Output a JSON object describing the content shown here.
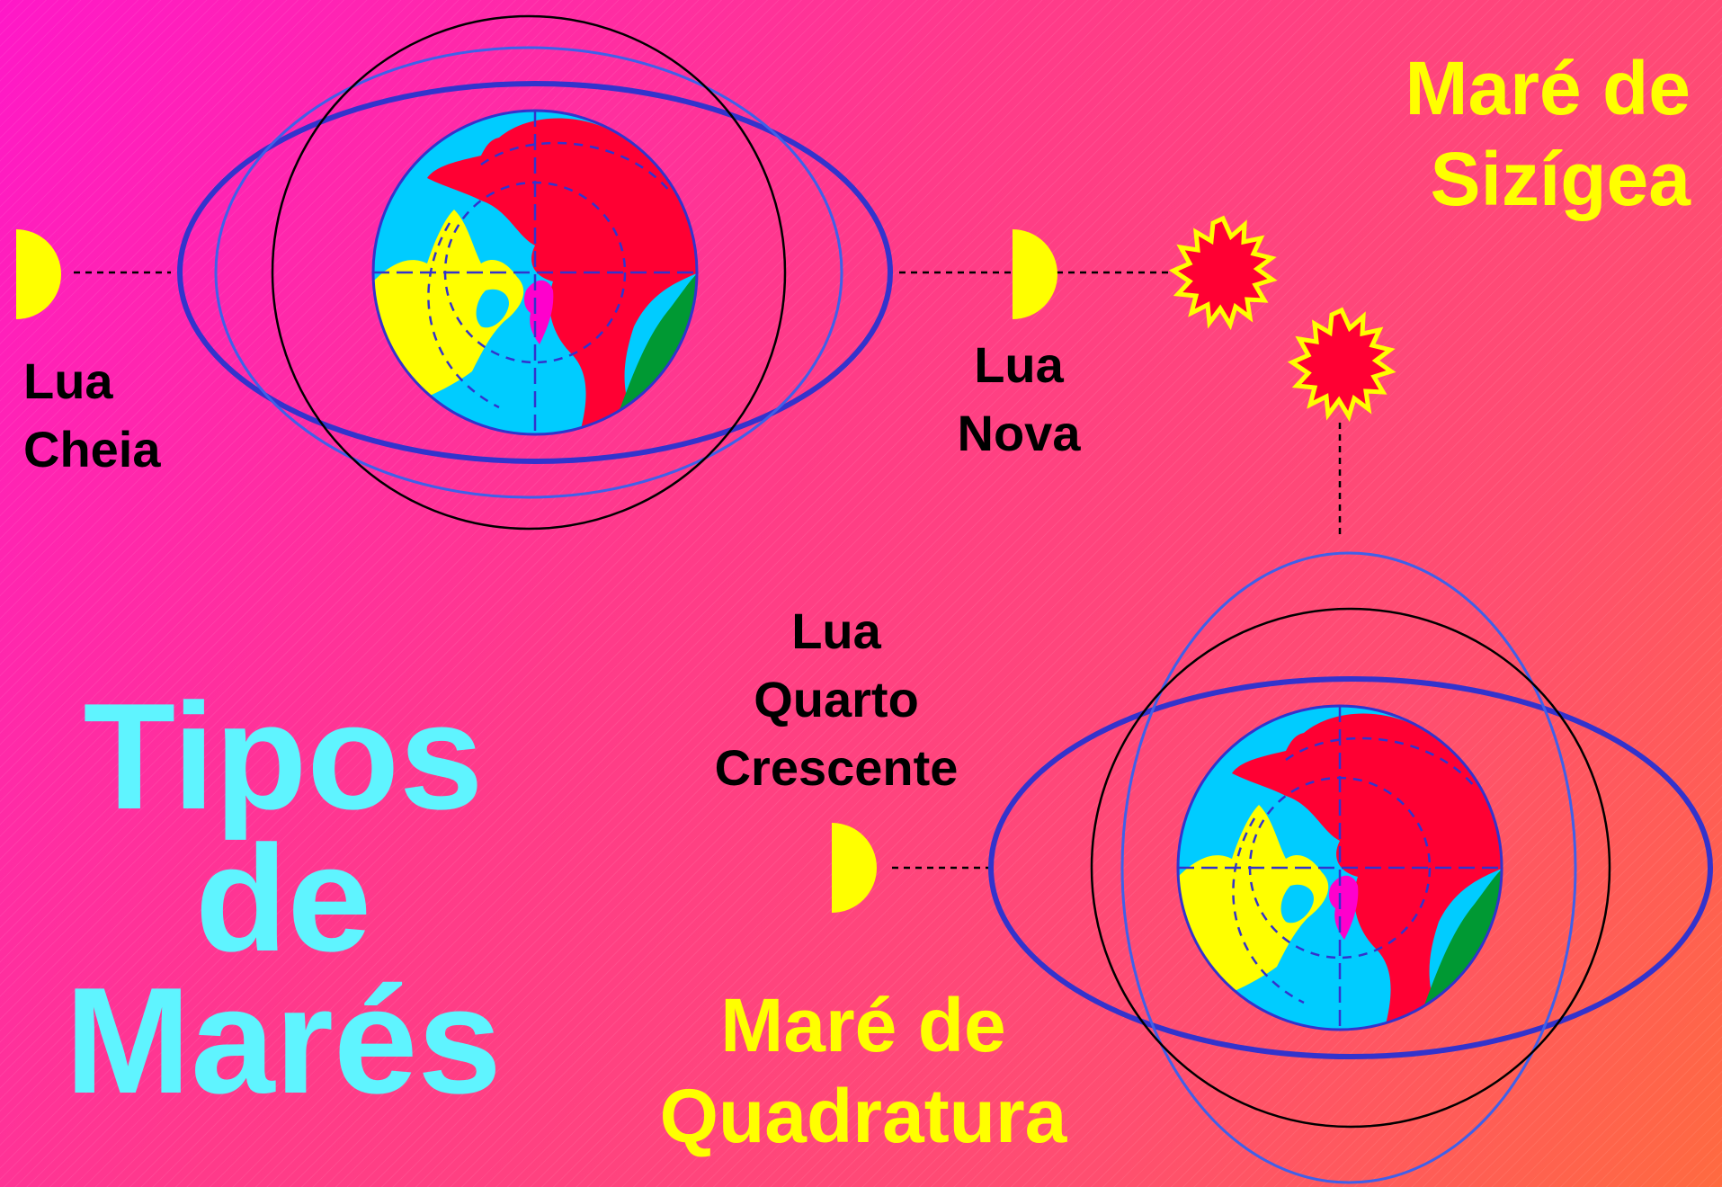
{
  "title": {
    "line1": "Tipos",
    "line2": "de",
    "line3": "Marés"
  },
  "spring_tide": {
    "line1": "Maré de",
    "line2": "Sizígea"
  },
  "neap_tide": {
    "line1": "Maré de",
    "line2": "Quadratura"
  },
  "moon_full": {
    "line1": "Lua",
    "line2": "Cheia"
  },
  "moon_new": {
    "line1": "Lua",
    "line2": "Nova"
  },
  "moon_quarter": {
    "line1": "Lua",
    "line2": "Quarto",
    "line3": "Crescente"
  },
  "colors": {
    "moon": "#ffff00",
    "sun": "#ff0033",
    "ocean": "#00ccff",
    "land_red": "#ff0033",
    "land_yellow": "#ffff00",
    "land_green": "#009933",
    "land_magenta": "#ff00cc",
    "tide_bulge": "#3333cc",
    "orbit": "#000000"
  }
}
